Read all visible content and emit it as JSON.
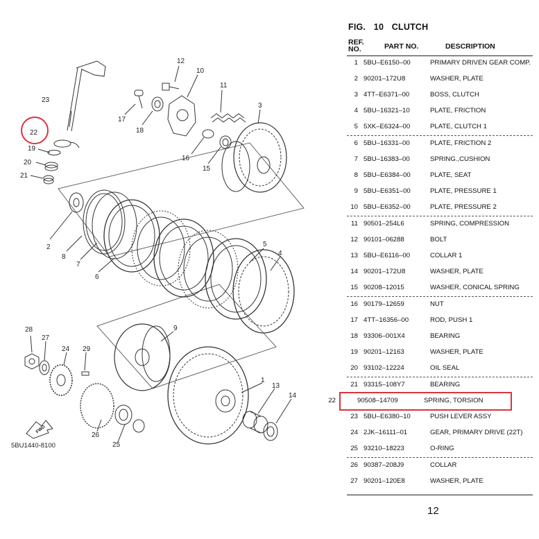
{
  "figure": {
    "label": "FIG.",
    "number": "10",
    "title": "CLUTCH",
    "drawing_code": "5BU1440-8100",
    "fwd_label": "FWD",
    "callouts": [
      "1",
      "2",
      "3",
      "4",
      "5",
      "6",
      "7",
      "8",
      "9",
      "10",
      "11",
      "12",
      "13",
      "14",
      "15",
      "16",
      "17",
      "18",
      "19",
      "20",
      "21",
      "22",
      "23",
      "24",
      "25",
      "26",
      "27",
      "28",
      "29"
    ]
  },
  "table": {
    "header": {
      "ref": "REF. NO.",
      "ref_line1": "REF.",
      "ref_line2": "NO.",
      "part_no": "PART NO.",
      "description": "DESCRIPTION"
    },
    "rows": [
      {
        "ref": "1",
        "part": "5BU–E6150–00",
        "desc": "PRIMARY DRIVEN GEAR COMP."
      },
      {
        "ref": "2",
        "part": "90201–172U8",
        "desc": "WASHER, PLATE"
      },
      {
        "ref": "3",
        "part": "4TT–E6371–00",
        "desc": "BOSS, CLUTCH"
      },
      {
        "ref": "4",
        "part": "5BU–16321–10",
        "desc": "PLATE, FRICTION"
      },
      {
        "ref": "5",
        "part": "5XK–E6324–00",
        "desc": "PLATE, CLUTCH 1"
      },
      {
        "ref": "6",
        "part": "5BU–16331–00",
        "desc": "PLATE, FRICTION 2"
      },
      {
        "ref": "7",
        "part": "5BU–16383–00",
        "desc": "SPRING.,CUSHION"
      },
      {
        "ref": "8",
        "part": "5BU–E6384–00",
        "desc": "PLATE, SEAT"
      },
      {
        "ref": "9",
        "part": "5BU–E6351–00",
        "desc": "PLATE, PRESSURE 1"
      },
      {
        "ref": "10",
        "part": "5BU–E6352–00",
        "desc": "PLATE, PRESSURE 2"
      },
      {
        "ref": "11",
        "part": "90501–254L6",
        "desc": "SPRING, COMPRESSION"
      },
      {
        "ref": "12",
        "part": "90101–06288",
        "desc": "BOLT"
      },
      {
        "ref": "13",
        "part": "5BU–E6116–00",
        "desc": "COLLAR 1"
      },
      {
        "ref": "14",
        "part": "90201–172U8",
        "desc": "WASHER, PLATE"
      },
      {
        "ref": "15",
        "part": "90208–12015",
        "desc": "WASHER, CONICAL SPRING"
      },
      {
        "ref": "16",
        "part": "90179–12659",
        "desc": "NUT"
      },
      {
        "ref": "17",
        "part": "4TT–16356–00",
        "desc": "ROD, PUSH 1"
      },
      {
        "ref": "18",
        "part": "93306–001X4",
        "desc": "BEARING"
      },
      {
        "ref": "19",
        "part": "90201–12163",
        "desc": "WASHER, PLATE"
      },
      {
        "ref": "20",
        "part": "93102–12224",
        "desc": "OIL SEAL"
      },
      {
        "ref": "21",
        "part": "93315–108Y7",
        "desc": "BEARING"
      },
      {
        "ref": "22",
        "part": "90508–14709",
        "desc": "SPRING, TORSION"
      },
      {
        "ref": "23",
        "part": "5BU–E6380–10",
        "desc": "PUSH LEVER ASSY"
      },
      {
        "ref": "24",
        "part": "2JK–16111–01",
        "desc": "GEAR, PRIMARY DRIVE (22T)"
      },
      {
        "ref": "25",
        "part": "93210–18223",
        "desc": "O-RING"
      },
      {
        "ref": "26",
        "part": "90387–208J9",
        "desc": "COLLAR"
      },
      {
        "ref": "27",
        "part": "90201–120E8",
        "desc": "WASHER, PLATE"
      }
    ],
    "group_starts": [
      "6",
      "11",
      "16",
      "21",
      "26"
    ],
    "highlight_ref": "22",
    "highlight_color": "#d9343f"
  },
  "page_number": "12"
}
